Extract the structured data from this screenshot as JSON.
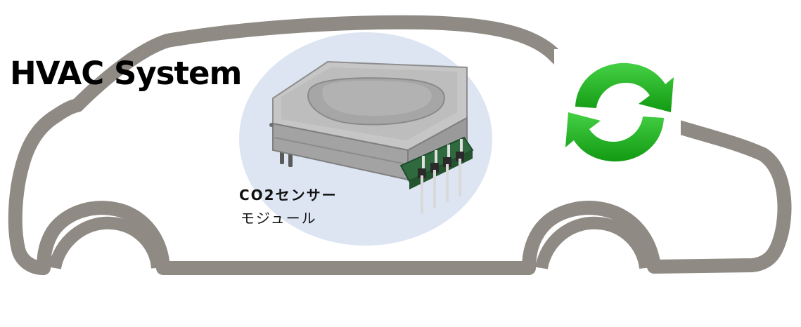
{
  "diagram": {
    "title": "HVAC System",
    "sensor_label_line1": "CO2センサー",
    "sensor_label_line2": "モジュール"
  },
  "colors": {
    "car_outline": "#8f8a84",
    "sensor_bubble": "#dde5f3",
    "module_metal": "#b6b6b6",
    "module_lid": "#a4a4a4",
    "pcb": "#2f6a3e",
    "recycle_arrow": "#2fbf2f",
    "recycle_arrow_dark": "#129a12"
  },
  "icons": {
    "car": "car-outline-icon",
    "recycle": "recycle-icon"
  }
}
